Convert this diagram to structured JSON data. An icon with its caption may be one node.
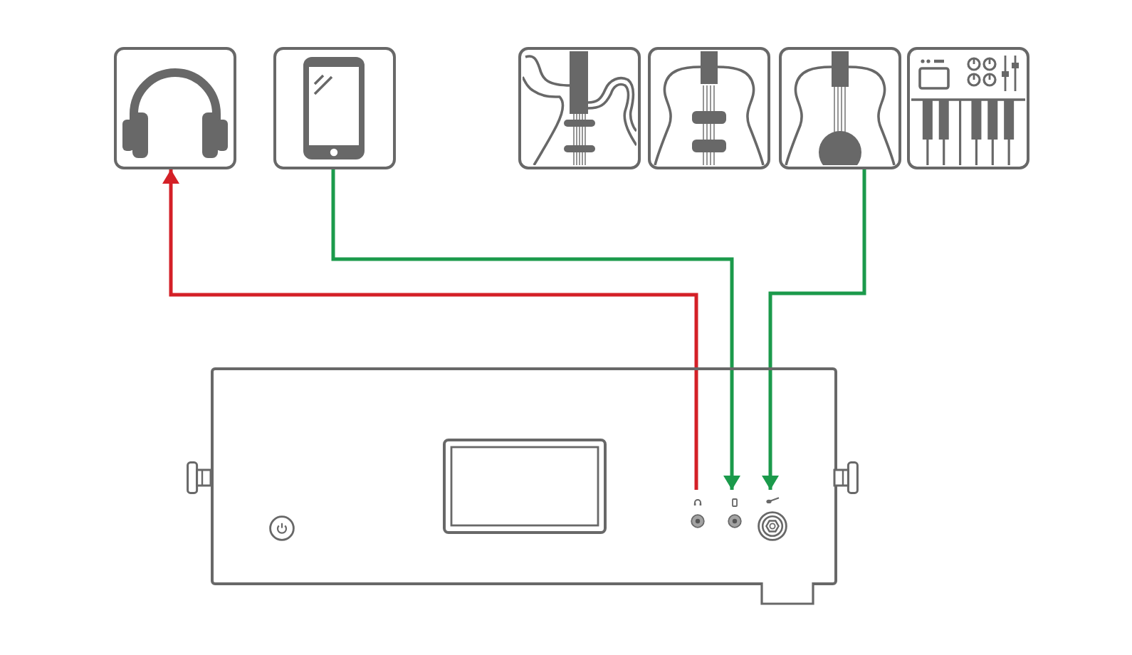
{
  "diagram": {
    "nodes": [
      {
        "text": [],
        "shape": "picture"
      },
      {
        "text": [],
        "shape": "picture"
      },
      {
        "text": [],
        "shape": "picture"
      },
      {
        "text": [],
        "shape": "picture"
      },
      {
        "text": [],
        "shape": "picture"
      },
      {
        "text": [],
        "shape": "picture"
      },
      {
        "text": [],
        "shape": "picture"
      },
      {
        "text": [],
        "shape": "circle",
        "in": 6
      },
      {
        "text": [],
        "shape": "circle",
        "in": 6
      },
      {
        "text": [],
        "shape": "circle",
        "in": 6
      }
    ],
    "edges": [
      {
        "from": 7,
        "to": 0,
        "arrow": "to",
        "color": "#d42027"
      },
      {
        "from": 1,
        "to": 8,
        "arrow": "to"
      },
      {
        "from": 4,
        "to": 9,
        "arrow": "to"
      }
    ]
  }
}
